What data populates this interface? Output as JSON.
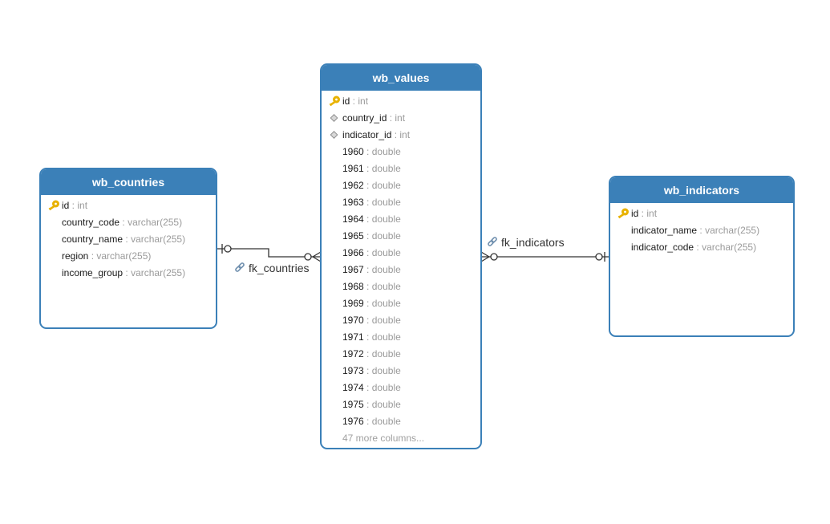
{
  "colors": {
    "header": "#3b80b8",
    "border": "#3b80b8",
    "type_text": "#9a9a9a",
    "key_icon": "#e8b200",
    "fk_icon": "#9a9a9a"
  },
  "entities": [
    {
      "name": "wb_countries",
      "columns": [
        {
          "name": "id",
          "type": "int",
          "icon": "key-icon"
        },
        {
          "name": "country_code",
          "type": "varchar(255)",
          "icon": ""
        },
        {
          "name": "country_name",
          "type": "varchar(255)",
          "icon": ""
        },
        {
          "name": "region",
          "type": "varchar(255)",
          "icon": ""
        },
        {
          "name": "income_group",
          "type": "varchar(255)",
          "icon": ""
        }
      ],
      "more": ""
    },
    {
      "name": "wb_values",
      "columns": [
        {
          "name": "id",
          "type": "int",
          "icon": "key-icon"
        },
        {
          "name": "country_id",
          "type": "int",
          "icon": "foreign-key-icon"
        },
        {
          "name": "indicator_id",
          "type": "int",
          "icon": "foreign-key-icon"
        },
        {
          "name": "1960",
          "type": "double",
          "icon": ""
        },
        {
          "name": "1961",
          "type": "double",
          "icon": ""
        },
        {
          "name": "1962",
          "type": "double",
          "icon": ""
        },
        {
          "name": "1963",
          "type": "double",
          "icon": ""
        },
        {
          "name": "1964",
          "type": "double",
          "icon": ""
        },
        {
          "name": "1965",
          "type": "double",
          "icon": ""
        },
        {
          "name": "1966",
          "type": "double",
          "icon": ""
        },
        {
          "name": "1967",
          "type": "double",
          "icon": ""
        },
        {
          "name": "1968",
          "type": "double",
          "icon": ""
        },
        {
          "name": "1969",
          "type": "double",
          "icon": ""
        },
        {
          "name": "1970",
          "type": "double",
          "icon": ""
        },
        {
          "name": "1971",
          "type": "double",
          "icon": ""
        },
        {
          "name": "1972",
          "type": "double",
          "icon": ""
        },
        {
          "name": "1973",
          "type": "double",
          "icon": ""
        },
        {
          "name": "1974",
          "type": "double",
          "icon": ""
        },
        {
          "name": "1975",
          "type": "double",
          "icon": ""
        },
        {
          "name": "1976",
          "type": "double",
          "icon": ""
        }
      ],
      "more": "47 more columns..."
    },
    {
      "name": "wb_indicators",
      "columns": [
        {
          "name": "id",
          "type": "int",
          "icon": "key-icon"
        },
        {
          "name": "indicator_name",
          "type": "varchar(255)",
          "icon": ""
        },
        {
          "name": "indicator_code",
          "type": "varchar(255)",
          "icon": ""
        }
      ],
      "more": ""
    }
  ],
  "relationships": [
    {
      "name": "fk_countries",
      "icon": "link-icon",
      "from": "wb_countries",
      "to": "wb_values",
      "from_cardinality": "one",
      "to_cardinality": "many"
    },
    {
      "name": "fk_indicators",
      "icon": "link-icon",
      "from": "wb_indicators",
      "to": "wb_values",
      "from_cardinality": "one",
      "to_cardinality": "many"
    }
  ]
}
